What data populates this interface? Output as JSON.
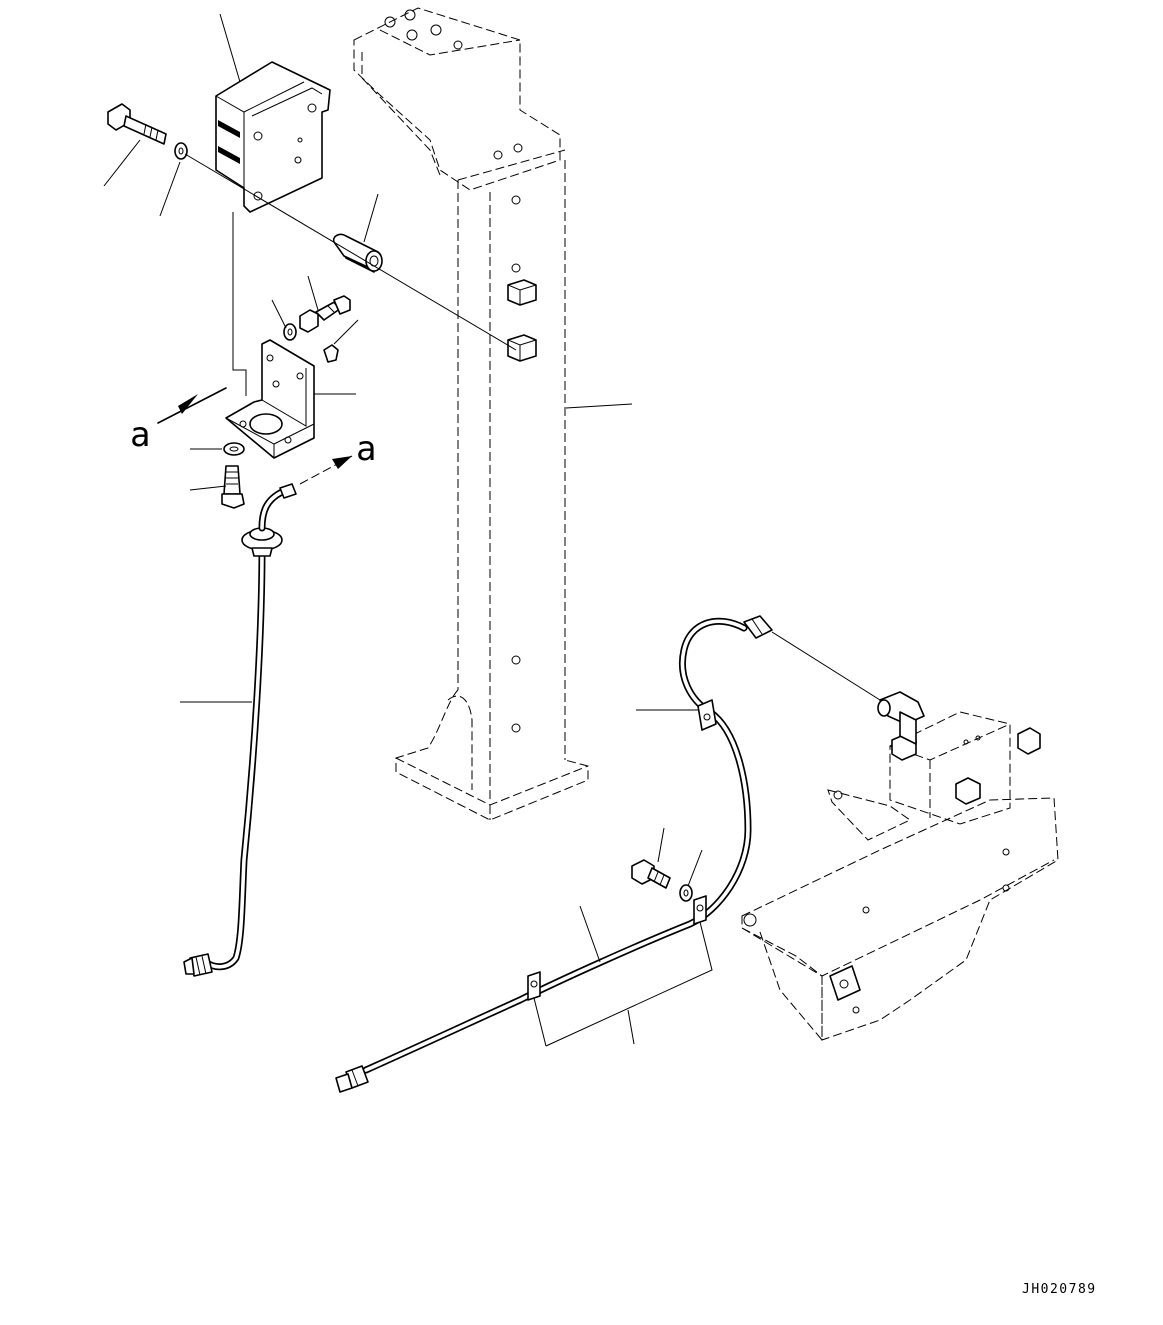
{
  "view_labels": {
    "arrow_in": "a",
    "arrow_out": "a"
  },
  "drawing_number": "JH020789"
}
